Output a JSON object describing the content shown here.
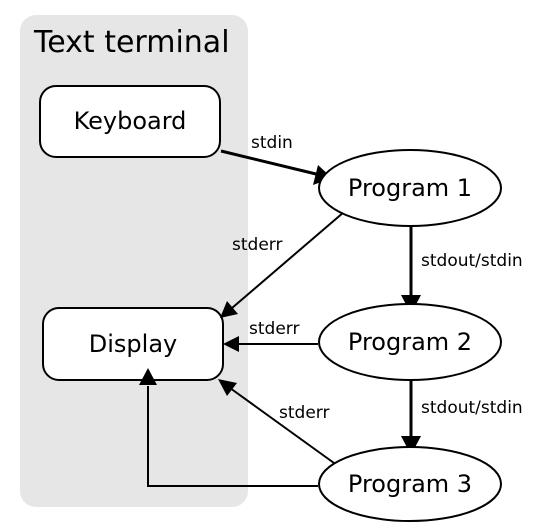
{
  "terminal": {
    "title": "Text terminal",
    "keyboard": "Keyboard",
    "display": "Display"
  },
  "programs": {
    "p1": "Program 1",
    "p2": "Program 2",
    "p3": "Program 3"
  },
  "streams": {
    "stdin": "stdin",
    "pipe_1_2": "stdout/stdin",
    "pipe_2_3": "stdout/stdin",
    "stderr_1": "stderr",
    "stderr_2": "stderr",
    "stderr_3": "stderr"
  }
}
